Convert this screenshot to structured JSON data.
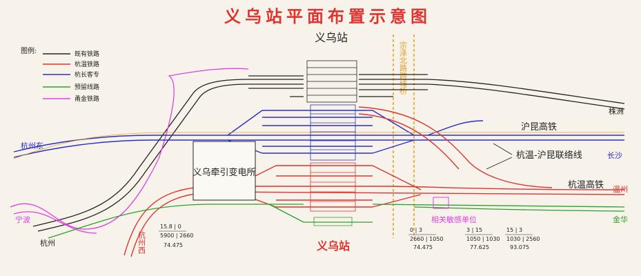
{
  "title": "义乌站平面布置示意图",
  "legend": {
    "heading": "图例:",
    "items": [
      {
        "label": "既有铁路",
        "color": "#222222"
      },
      {
        "label": "杭温铁路",
        "color": "#e0322e"
      },
      {
        "label": "杭长客专",
        "color": "#2b2fc9"
      },
      {
        "label": "预留线路",
        "color": "#2aa12a"
      },
      {
        "label": "甬金铁路",
        "color": "#e040e0"
      }
    ]
  },
  "colors": {
    "existing": "#222222",
    "hangwen": "#e0322e",
    "hangchang": "#2b2fc9",
    "reserved": "#2aa12a",
    "yongjin": "#e040e0",
    "road": "#e0a020",
    "accent": "#e0322e"
  },
  "labels": {
    "station_north": "义乌站",
    "station_south": "义乌站",
    "road": "宗泽北路跨线桥",
    "substation": "义乌牵引变电所",
    "sensitive": "相关敏感单位",
    "hukun": "沪昆高铁",
    "hangwen_link": "杭温-沪昆联络线",
    "hangwen_hsr": "杭温高铁",
    "zhuzhou": "株洲",
    "changsha": "长沙",
    "hangzhoudong": "杭州东",
    "hangzhou": "杭州",
    "ningbo": "宁波",
    "hangzhouxi": "杭州西",
    "wenzhou": "温州",
    "jinhua": "金华"
  },
  "mileage": [
    {
      "top": "15.8 | 0",
      "bottom": "5900 | 2660",
      "km": "74.475"
    },
    {
      "top": "0 | 3",
      "bottom": "2660 | 1050",
      "km": "74.475"
    },
    {
      "top": "3 | 15",
      "bottom": "1050 | 1030",
      "km": "77.625"
    },
    {
      "top": "15 | 3",
      "bottom": "1030 | 2560",
      "km": "93.075"
    }
  ]
}
